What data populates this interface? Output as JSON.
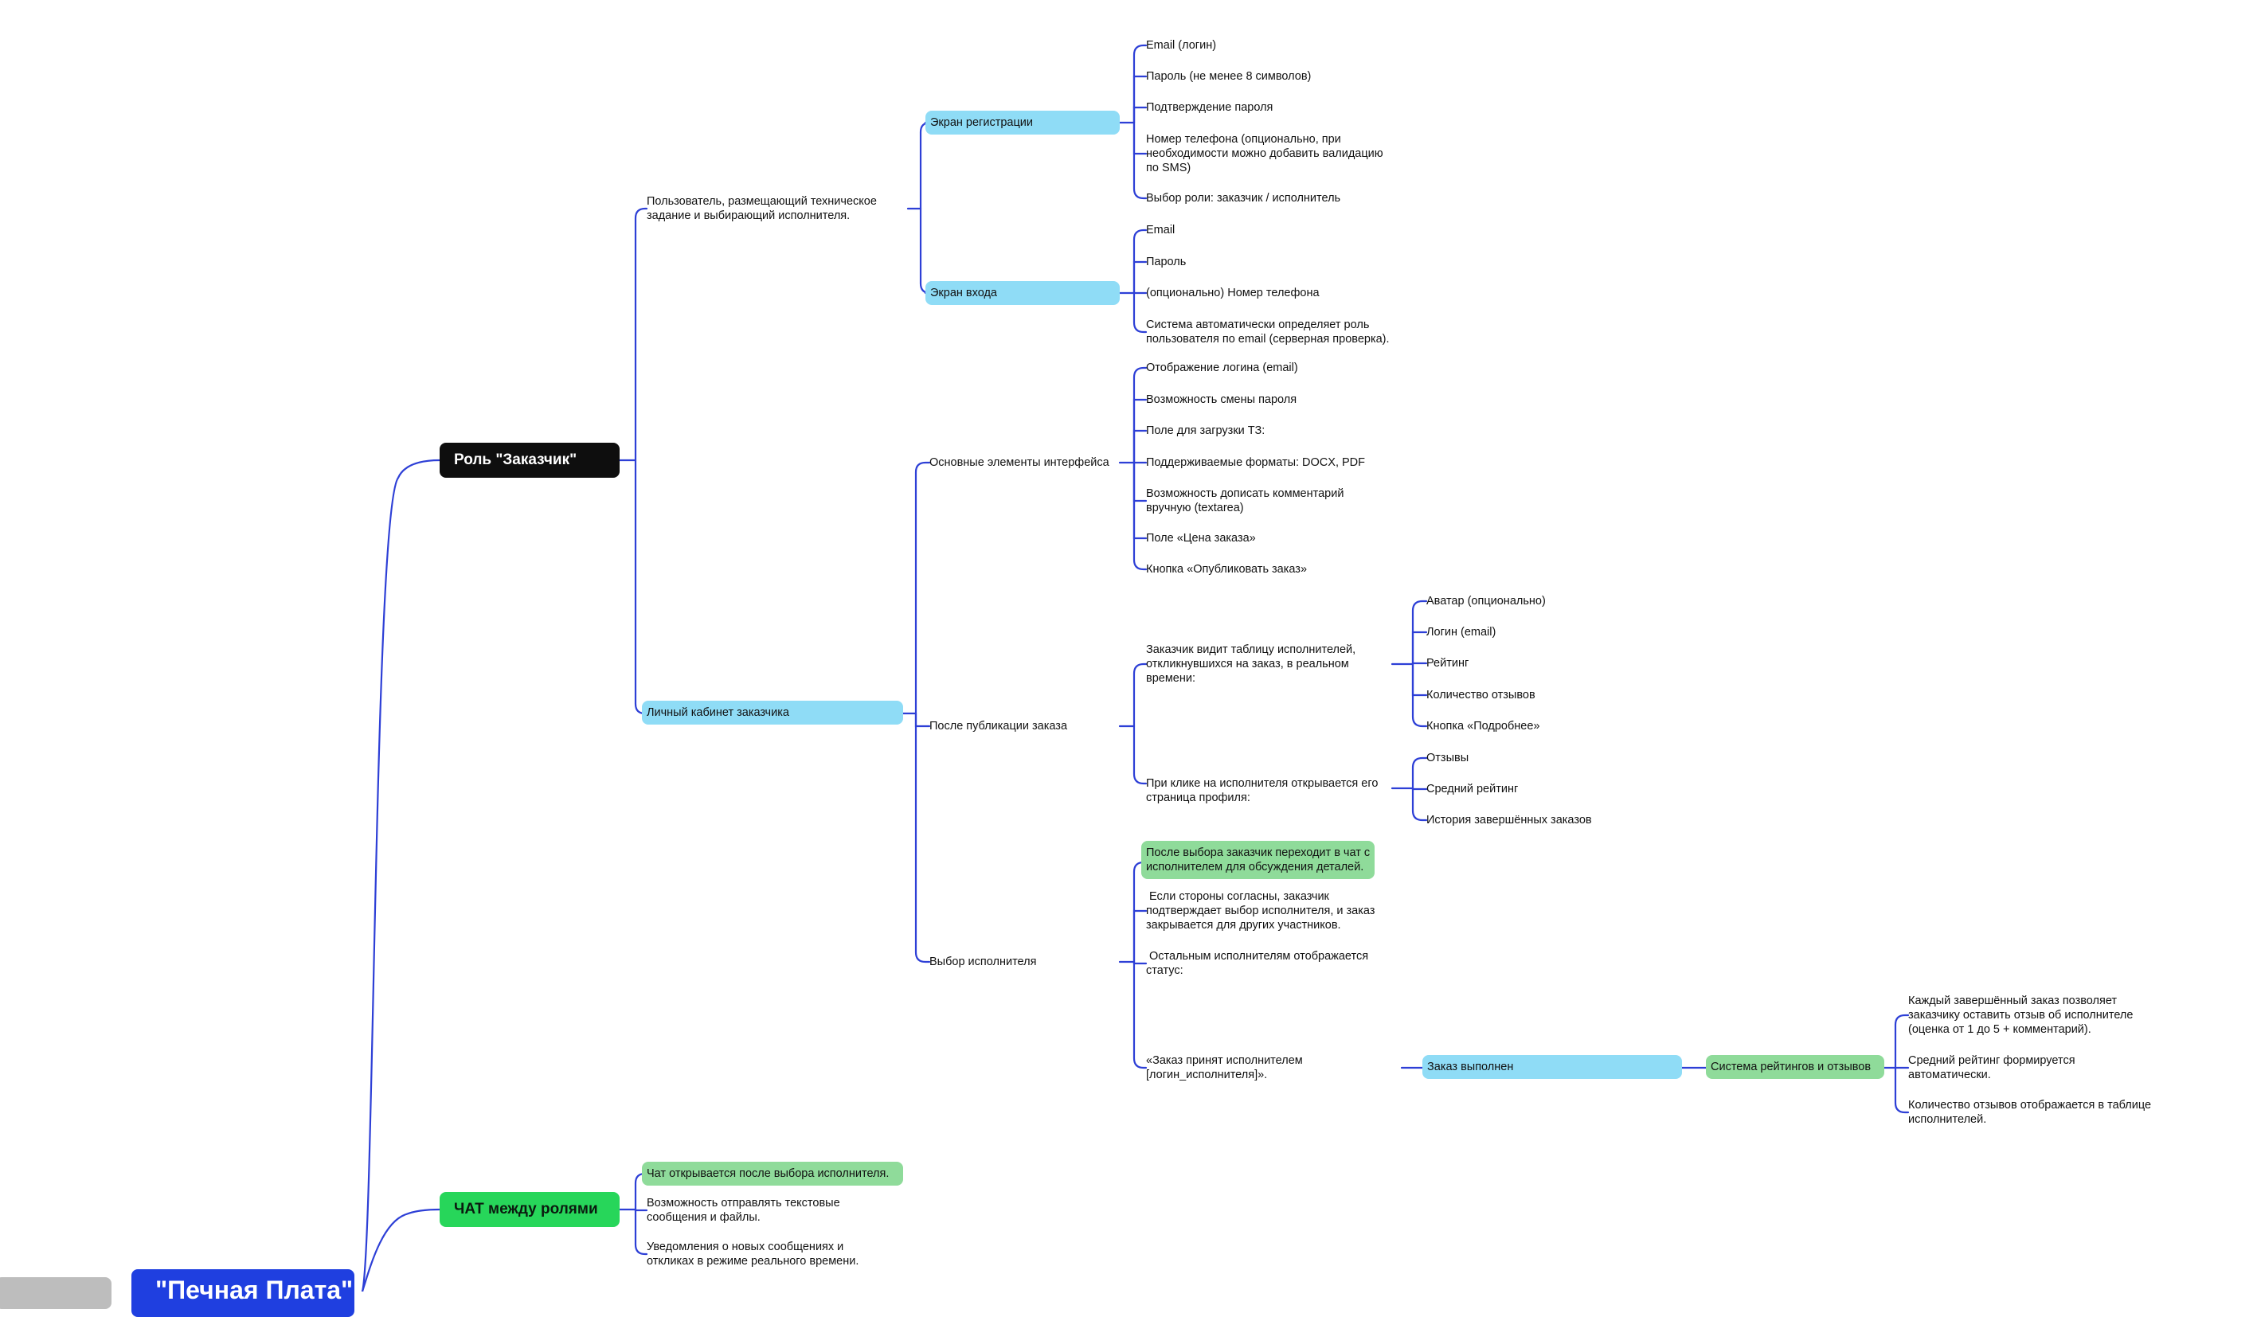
{
  "root": {
    "label": "\"Печная Плата\""
  },
  "roles": {
    "customer": "Роль \"Заказчик\"",
    "chat": "ЧАТ между ролями"
  },
  "customer": {
    "description": [
      "Пользователь, размещающий техническое",
      "задание и выбирающий исполнителя."
    ],
    "registration": {
      "title": "Экран регистрации",
      "items": [
        [
          "Email (логин)"
        ],
        [
          "Пароль (не менее 8 символов)"
        ],
        [
          "Подтверждение пароля"
        ],
        [
          "Номер телефона (опционально, при",
          "необходимости можно добавить валидацию",
          "по SMS)"
        ],
        [
          "Выбор роли: заказчик / исполнитель"
        ]
      ]
    },
    "login": {
      "title": "Экран входа",
      "items": [
        [
          "Email"
        ],
        [
          "Пароль"
        ],
        [
          "(опционально) Номер телефона"
        ],
        [
          "Система автоматически определяет роль",
          "пользователя по email (серверная проверка)."
        ]
      ]
    },
    "cabinet": {
      "title": "Личный кабинет заказчика",
      "interface": {
        "title": "Основные элементы интерфейса",
        "items": [
          [
            "Отображение логина (email)"
          ],
          [
            "Возможность смены пароля"
          ],
          [
            "Поле для загрузки ТЗ:"
          ],
          [
            "Поддерживаемые форматы: DOCX, PDF"
          ],
          [
            "Возможность дописать комментарий",
            "вручную (textarea)"
          ],
          [
            "Поле «Цена заказа»"
          ],
          [
            "Кнопка «Опубликовать заказ»"
          ]
        ]
      },
      "after_publish": {
        "title": "После публикации заказа",
        "table": {
          "text": [
            "Заказчик видит таблицу исполнителей,",
            "откликнувшихся на заказ, в реальном",
            "времени:"
          ],
          "items": [
            "Аватар (опционально)",
            "Логин (email)",
            "Рейтинг",
            "Количество отзывов",
            "Кнопка «Подробнее»"
          ]
        },
        "profile": {
          "text": [
            "При клике на исполнителя открывается его",
            "страница профиля:"
          ],
          "items": [
            "Отзывы",
            "Средний рейтинг",
            "История завершённых заказов"
          ]
        }
      },
      "selection": {
        "title": "Выбор исполнителя",
        "chat_note": [
          "После выбора заказчик переходит в чат с",
          "исполнителем для обсуждения деталей."
        ],
        "agree": [
          " Если стороны согласны, заказчик",
          "подтверждает выбор исполнителя, и заказ",
          "закрывается для других участников."
        ],
        "others": [
          " Остальным исполнителям отображается",
          "статус:"
        ],
        "accepted": [
          "«Заказ принят исполнителем",
          "[логин_исполнителя]»."
        ],
        "done": "Заказ выполнен",
        "ratings": {
          "title": "Система рейтингов и отзывов",
          "items": [
            [
              "Каждый завершённый заказ позволяет",
              "заказчику оставить отзыв об исполнителе",
              "(оценка от 1 до 5 + комментарий)."
            ],
            [
              "Средний рейтинг формируется",
              "автоматически."
            ],
            [
              "Количество отзывов отображается в таблице",
              "исполнителей."
            ]
          ]
        }
      }
    }
  },
  "chat": {
    "opens": "Чат открывается после выбора исполнителя.",
    "items": [
      [
        "Возможность отправлять текстовые",
        "сообщения и файлы."
      ],
      [
        "Уведомления о новых сообщениях и",
        "откликах в режиме реального времени."
      ]
    ]
  },
  "colors": {
    "connector": "#2d3fd6",
    "blue_node": "#8fdcf6",
    "green_node": "#8fdb9a",
    "role_black": "#0e0e0e",
    "role_green": "#27d65a",
    "root": "#1f3fe0"
  }
}
